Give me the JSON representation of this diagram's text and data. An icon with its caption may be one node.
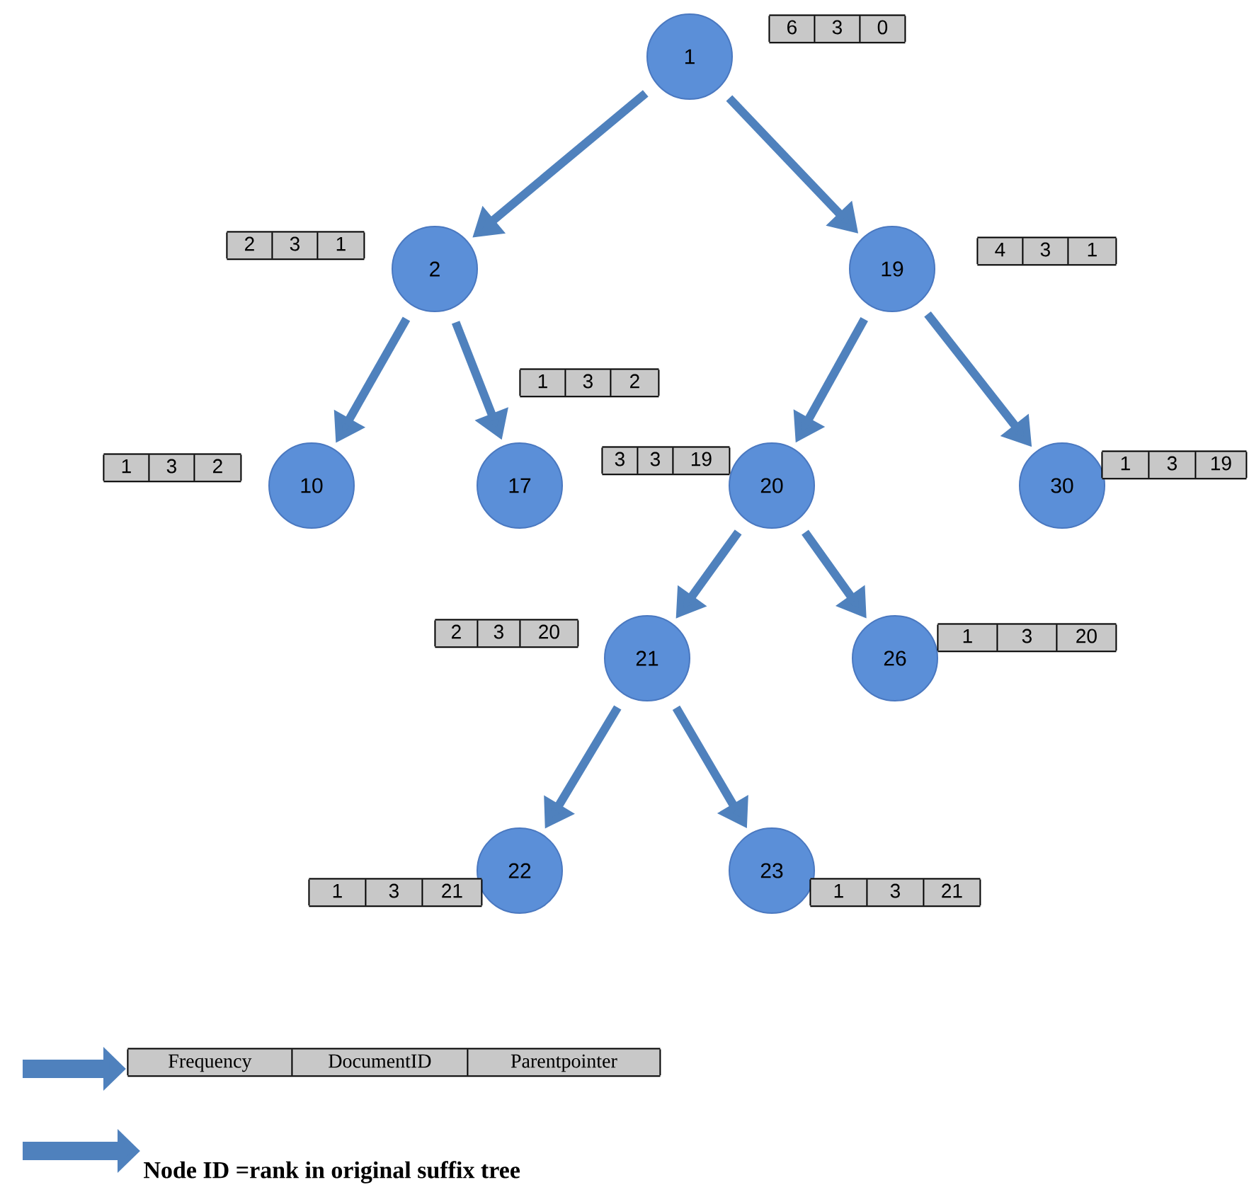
{
  "diagram": {
    "nodes": [
      {
        "text": [
          "1"
        ],
        "beside": [
          "6",
          "3",
          "0"
        ]
      },
      {
        "text": [
          "2"
        ],
        "beside": [
          "2",
          "3",
          "1"
        ]
      },
      {
        "text": [
          "19"
        ],
        "beside": [
          "4",
          "3",
          "1"
        ]
      },
      {
        "text": [
          "10"
        ],
        "beside": [
          "1",
          "3",
          "2"
        ]
      },
      {
        "text": [
          "17"
        ],
        "beside": [
          "1",
          "3",
          "2"
        ]
      },
      {
        "text": [
          "20"
        ],
        "beside": [
          "3",
          "3",
          "19"
        ]
      },
      {
        "text": [
          "30"
        ],
        "beside": [
          "1",
          "3",
          "19"
        ]
      },
      {
        "text": [
          "21"
        ],
        "beside": [
          "2",
          "3",
          "20"
        ]
      },
      {
        "text": [
          "26"
        ],
        "beside": [
          "1",
          "3",
          "20"
        ]
      },
      {
        "text": [
          "22"
        ],
        "beside": [
          "1",
          "3",
          "21"
        ]
      },
      {
        "text": [
          "23"
        ],
        "beside": [
          "1",
          "3",
          "21"
        ]
      },
      {
        "text": [
          "Frequency",
          "DocumentID",
          "Parentpointer"
        ]
      },
      {
        "text": [
          "Node ID =rank in original suffix tree"
        ]
      }
    ],
    "edges": [
      {
        "from": 0,
        "to": 1,
        "arrow": "to"
      },
      {
        "from": 0,
        "to": 2,
        "arrow": "to"
      },
      {
        "from": 1,
        "to": 3,
        "arrow": "to"
      },
      {
        "from": 1,
        "to": 4,
        "arrow": "to"
      },
      {
        "from": 2,
        "to": 5,
        "arrow": "to"
      },
      {
        "from": 2,
        "to": 6,
        "arrow": "to"
      },
      {
        "from": 5,
        "to": 7,
        "arrow": "to"
      },
      {
        "from": 5,
        "to": 8,
        "arrow": "to"
      },
      {
        "from": 7,
        "to": 9,
        "arrow": "to"
      },
      {
        "from": 7,
        "to": 10,
        "arrow": "to"
      },
      {
        "from": null,
        "to": 11,
        "arrow": "to",
        "style": "thick"
      },
      {
        "from": null,
        "to": 12,
        "arrow": "to",
        "style": "thick"
      }
    ]
  }
}
